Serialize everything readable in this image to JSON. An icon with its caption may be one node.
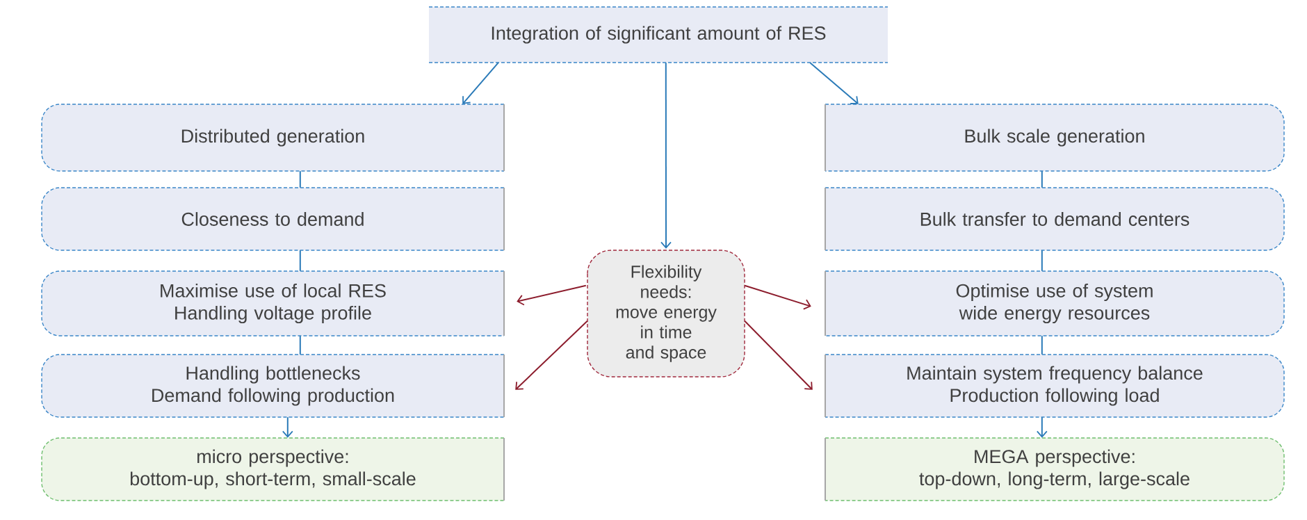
{
  "diagram": {
    "nodes": [
      {
        "text": [
          "Integration of significant amount of RES"
        ]
      },
      {
        "text": [
          "Distributed generation"
        ]
      },
      {
        "text": [
          "Closeness to demand"
        ]
      },
      {
        "text": [
          "Maximise use of local RES",
          "Handling voltage profile"
        ]
      },
      {
        "text": [
          "Handling bottlenecks",
          "Demand following production"
        ]
      },
      {
        "text": [
          "micro perspective:",
          "bottom-up, short-term, small-scale"
        ]
      },
      {
        "text": [
          "Flexibility needs:",
          "move energy in time and space"
        ]
      },
      {
        "text": [
          "Bulk scale generation"
        ]
      },
      {
        "text": [
          "Bulk transfer to demand centers"
        ]
      },
      {
        "text": [
          "Optimise use of system wide energy resources"
        ]
      },
      {
        "text": [
          "Maintain system frequency balance",
          "Production following load"
        ]
      },
      {
        "text": [
          "MEGA perspective:",
          "top-down, long-term, large-scale"
        ]
      }
    ],
    "edges": [
      {
        "from": 0,
        "to": 1,
        "arrow": "to"
      },
      {
        "from": 0,
        "to": 6,
        "arrow": "to"
      },
      {
        "from": 0,
        "to": 7,
        "arrow": "to"
      },
      {
        "from": 1,
        "to": 2,
        "arrow": "none"
      },
      {
        "from": 2,
        "to": 3,
        "arrow": "none"
      },
      {
        "from": 3,
        "to": 4,
        "arrow": "none"
      },
      {
        "from": 4,
        "to": 5,
        "arrow": "to"
      },
      {
        "from": 7,
        "to": 8,
        "arrow": "none"
      },
      {
        "from": 8,
        "to": 9,
        "arrow": "none"
      },
      {
        "from": 9,
        "to": 10,
        "arrow": "none"
      },
      {
        "from": 10,
        "to": 11,
        "arrow": "to"
      },
      {
        "from": 6,
        "to": 3,
        "arrow": "to",
        "color": "#8c1c2c"
      },
      {
        "from": 6,
        "to": 4,
        "arrow": "to",
        "color": "#8c1c2c"
      },
      {
        "from": 6,
        "to": 9,
        "arrow": "to",
        "color": "#8c1c2c"
      },
      {
        "from": 6,
        "to": 10,
        "arrow": "to",
        "color": "#8c1c2c"
      }
    ]
  }
}
